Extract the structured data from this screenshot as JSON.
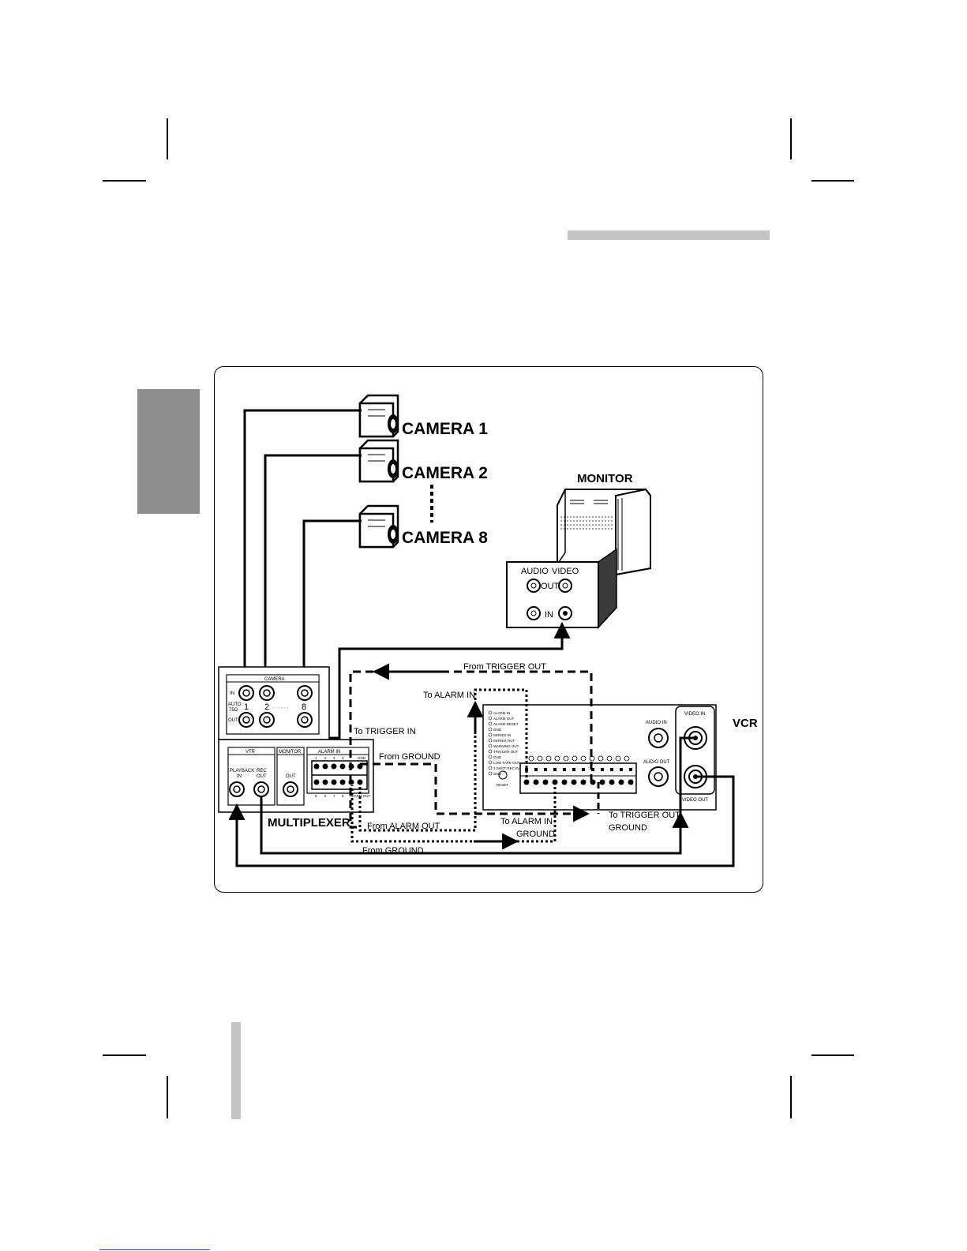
{
  "cameras": [
    {
      "label": "CAMERA 1"
    },
    {
      "label": "CAMERA 2"
    },
    {
      "label": "CAMERA 8"
    }
  ],
  "monitor": {
    "label": "MONITOR",
    "audio": "AUDIO",
    "video": "VIDEO",
    "out": "OUT",
    "in": "IN"
  },
  "vcr": {
    "label": "VCR",
    "video_in": "VIDEO IN",
    "video_out": "VIDEO OUT",
    "audio_in": "AUDIO IN",
    "audio_out": "AUDIO OUT",
    "reset": "RESET",
    "terminal_list": [
      "ALARM IN",
      "ALARM OUT",
      "ALARM RESET",
      "GND",
      "SERIES IN",
      "SERIES OUT",
      "WARNING OUT",
      "TRIGGER OUT",
      "GND",
      "LOW TAPE OUT",
      "1 SHOT REC IN",
      "GND"
    ]
  },
  "multiplexer": {
    "label": "MULTIPLEXER",
    "camera": "CAMERA",
    "in": "IN",
    "auto": "AUTO",
    "ohm": "75Ω",
    "out": "OUT",
    "cam_nums": [
      "1",
      "2",
      "8"
    ],
    "dots": "· · · · · ·",
    "vtr": "VTR",
    "playback": "PLAYBACK",
    "playback_in": "IN",
    "rec": "REC",
    "rec_out": "OUT",
    "monitor": "MONITOR",
    "monitor_out": "OUT",
    "alarm_in": "ALARM IN",
    "alarm_nums_top": [
      "1",
      "2",
      "3",
      "4"
    ],
    "alarm_nums_bottom": [
      "5",
      "6",
      "7",
      "8"
    ],
    "gnd": "GND",
    "alarm_out": "ALARM OUT"
  },
  "connections": {
    "from_trigger_out": "From TRIGGER OUT",
    "to_alarm_in_top": "To ALARM IN",
    "to_trigger_in": "To TRIGGER IN",
    "from_ground_top": "From GROUND",
    "from_alarm_out": "From ALARM OUT",
    "to_alarm_in_bottom": "To ALARM IN",
    "ground_bottom": "GROUND",
    "to_trigger_out": "To TRIGGER OUT",
    "ground_right": "GROUND",
    "from_ground_bottom": "From GROUND"
  }
}
